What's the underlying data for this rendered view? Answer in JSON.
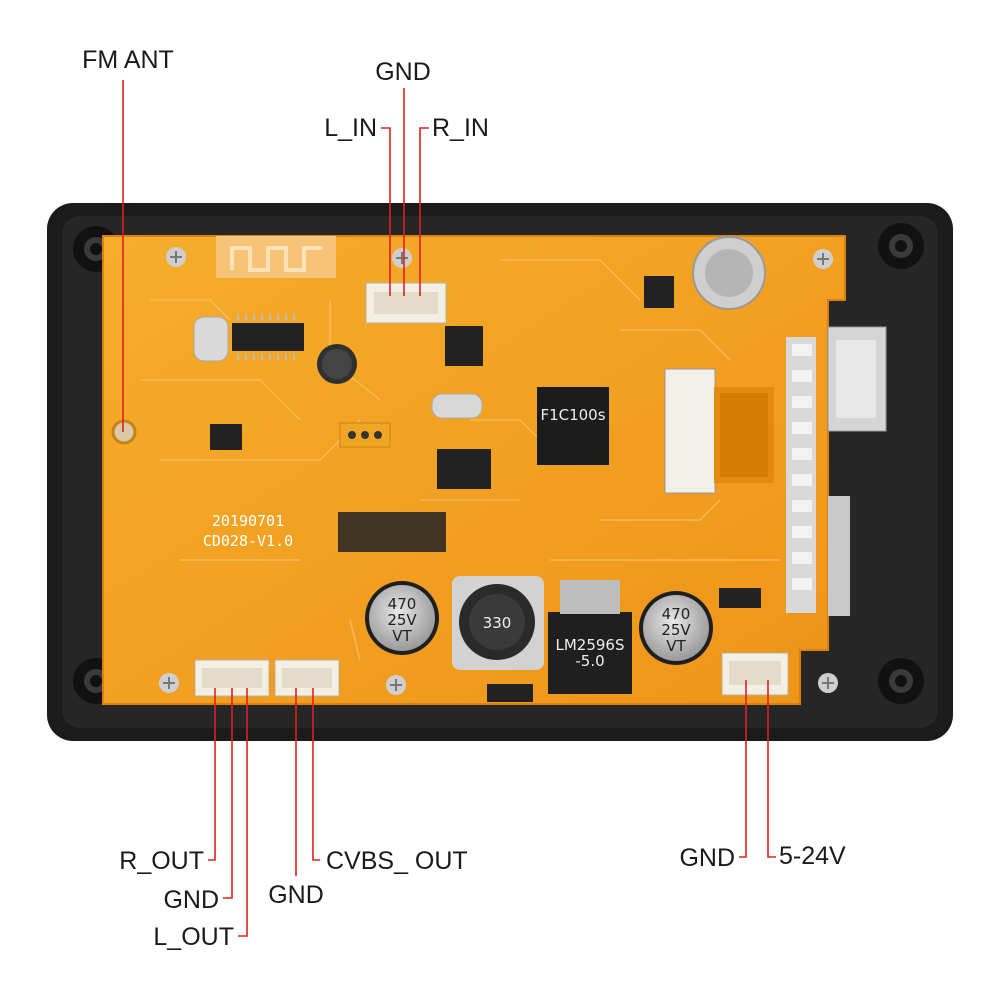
{
  "labels": {
    "fm_ant": "FM ANT",
    "gnd_top": "GND",
    "l_in": "L_IN",
    "r_in": "R_IN",
    "r_out": "R_OUT",
    "gnd_left": "GND",
    "l_out": "L_OUT",
    "gnd_mid": "GND",
    "cvbs_out": "CVBS_ OUT",
    "gnd_right": "GND",
    "power": "5-24V"
  },
  "board": {
    "date_code": "20190701",
    "version": "CD028-V1.0",
    "cap_left": [
      "470",
      "25V",
      "VT"
    ],
    "cap_right": [
      "470",
      "25V",
      "VT"
    ],
    "inductor": "330",
    "chip": "F1C100s",
    "regulator": "LM2596S",
    "regulator_sub": "-5.0"
  },
  "colors": {
    "leader_line": "#e0201e",
    "pcb": "#f3a021",
    "case": "#1b1b1b"
  }
}
